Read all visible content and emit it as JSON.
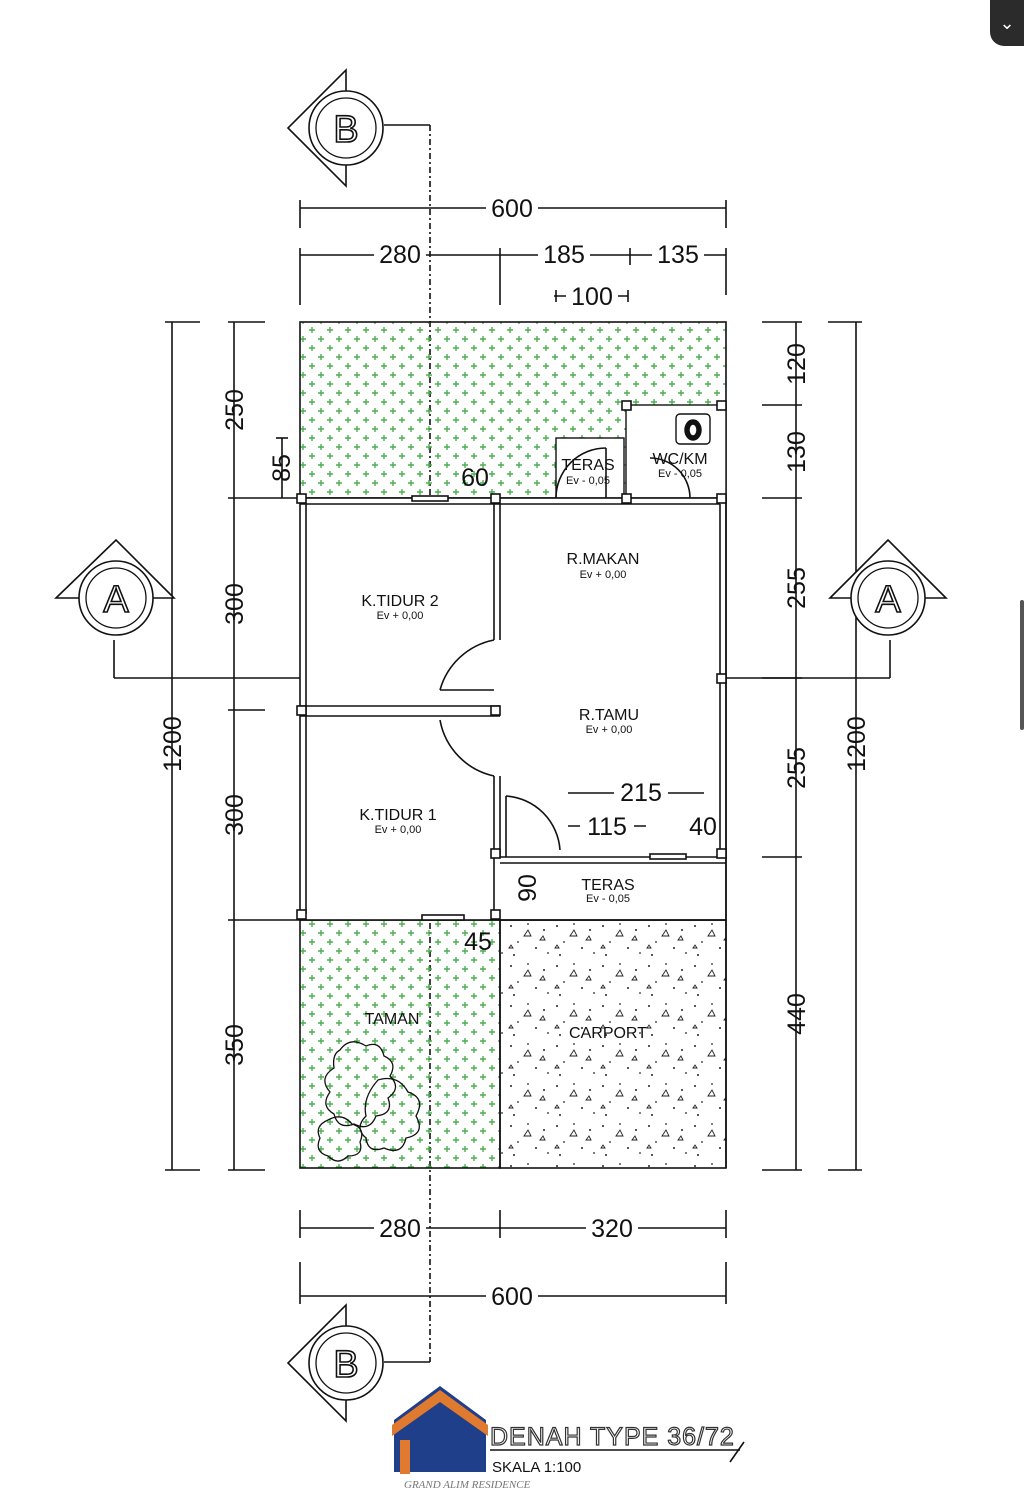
{
  "ui": {
    "collapse_icon": "chevron-down-icon"
  },
  "section_markers": {
    "a": "A",
    "b": "B"
  },
  "dimensions": {
    "top_total": "600",
    "top_280": "280",
    "top_185": "185",
    "top_135": "135",
    "top_100": "100",
    "left_250": "250",
    "left_85": "85",
    "left_300_upper": "300",
    "left_300_lower": "300",
    "left_350": "350",
    "left_total": "1200",
    "right_120": "120",
    "right_130": "130",
    "right_255_upper": "255",
    "right_255_lower": "255",
    "right_440": "440",
    "right_total": "1200",
    "bottom_280": "280",
    "bottom_320": "320",
    "bottom_total": "600",
    "inner_60": "60",
    "inner_215": "215",
    "inner_115": "115",
    "inner_40": "40",
    "inner_90": "90",
    "inner_45": "45"
  },
  "rooms": {
    "teras_back": {
      "name": "TERAS",
      "elevation": "Ev - 0,05"
    },
    "wc": {
      "name": "WC/KM",
      "elevation": "Ev - 0,05"
    },
    "r_makan": {
      "name": "R.MAKAN",
      "elevation": "Ev + 0,00"
    },
    "k_tidur_2": {
      "name": "K.TIDUR 2",
      "elevation": "Ev + 0,00"
    },
    "r_tamu": {
      "name": "R.TAMU",
      "elevation": "Ev + 0,00"
    },
    "k_tidur_1": {
      "name": "K.TIDUR 1",
      "elevation": "Ev + 0,00"
    },
    "teras_front": {
      "name": "TERAS",
      "elevation": "Ev - 0,05"
    },
    "taman": {
      "name": "TAMAN"
    },
    "carport": {
      "name": "CARPORT"
    }
  },
  "title_block": {
    "title": "DENAH TYPE 36/72",
    "scale": "SKALA 1:100",
    "brand": "GRAND ALIM RESIDENCE",
    "logo_colors": {
      "roof": "#e07a2e",
      "house": "#1f3f8a"
    }
  },
  "colors": {
    "garden_hatch": "#4caf50",
    "lines": "#111111"
  }
}
